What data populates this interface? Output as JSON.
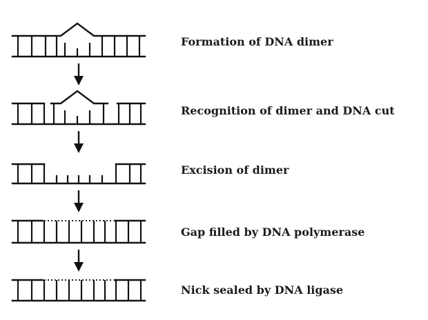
{
  "steps": [
    {
      "label": "Formation of DNA dimer"
    },
    {
      "label": "Recognition of dimer and DNA cut"
    },
    {
      "label": "Excision of dimer"
    },
    {
      "label": "Gap filled by DNA polymerase"
    },
    {
      "label": "Nick sealed by DNA ligase"
    }
  ]
}
